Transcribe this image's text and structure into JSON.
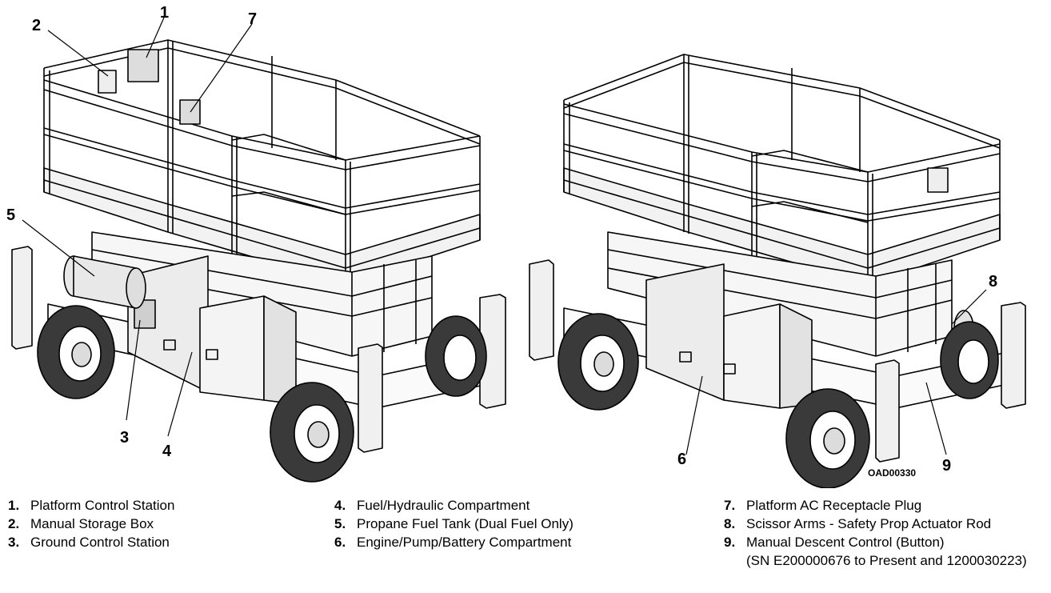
{
  "callouts": {
    "c1": "1",
    "c2": "2",
    "c3": "3",
    "c4": "4",
    "c5": "5",
    "c6": "6",
    "c7": "7",
    "c8": "8",
    "c9": "9"
  },
  "drawing_code": "OAD00330",
  "legend": [
    {
      "num": "1.",
      "text": "Platform Control Station"
    },
    {
      "num": "2.",
      "text": "Manual Storage Box"
    },
    {
      "num": "3.",
      "text": "Ground Control Station"
    },
    {
      "num": "4.",
      "text": "Fuel/Hydraulic Compartment"
    },
    {
      "num": "5.",
      "text": "Propane Fuel Tank (Dual Fuel Only)"
    },
    {
      "num": "6.",
      "text": "Engine/Pump/Battery Compartment"
    },
    {
      "num": "7.",
      "text": "Platform AC Receptacle Plug"
    },
    {
      "num": "8.",
      "text": "Scissor Arms - Safety Prop Actuator Rod"
    },
    {
      "num": "9.",
      "text": "Manual Descent Control (Button)",
      "note": "(SN E200000676 to Present and 1200030223)"
    }
  ]
}
